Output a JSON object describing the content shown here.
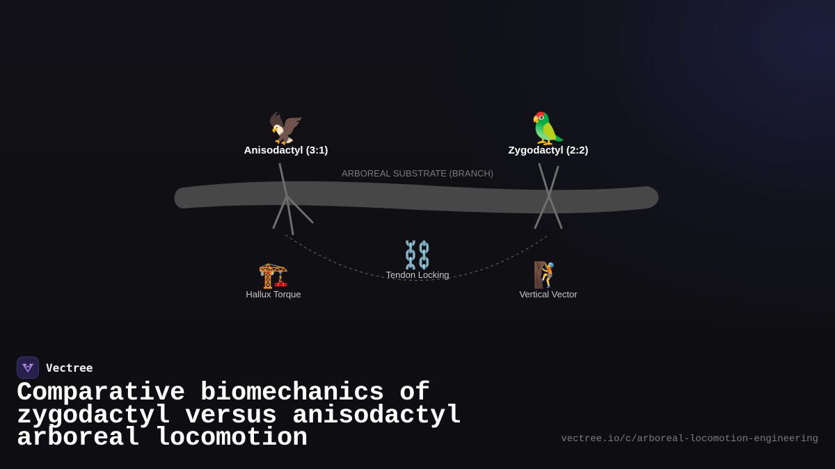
{
  "diagram": {
    "substrate_label": "ARBOREAL SUBSTRATE (BRANCH)",
    "nodes": {
      "anisodactyl": {
        "icon": "🦅",
        "icon_name": "eagle-icon",
        "label": "Anisodactyl (3:1)"
      },
      "zygodactyl": {
        "icon": "🦜",
        "icon_name": "parrot-icon",
        "label": "Zygodactyl (2:2)"
      },
      "hallux": {
        "icon": "🏗️",
        "icon_name": "crane-icon",
        "label": "Hallux Torque"
      },
      "tendon": {
        "icon": "⛓️",
        "icon_name": "chains-icon",
        "label": "Tendon Locking"
      },
      "vertical": {
        "icon": "🧗",
        "icon_name": "climber-icon",
        "label": "Vertical Vector"
      }
    },
    "colors": {
      "branch": "#474747",
      "foot": "#6e6e6e",
      "arc": "#5a5a5a",
      "substrate_text": "#7a7a7a",
      "primary_label": "#ffffff",
      "secondary_label": "#c8c8cc"
    }
  },
  "brand": {
    "name": "Vectree",
    "accent": "#a77ae6"
  },
  "title": "Comparative biomechanics of zygodactyl versus anisodactyl arboreal locomotion",
  "source_url": "vectree.io/c/arboreal-locomotion-engineering"
}
